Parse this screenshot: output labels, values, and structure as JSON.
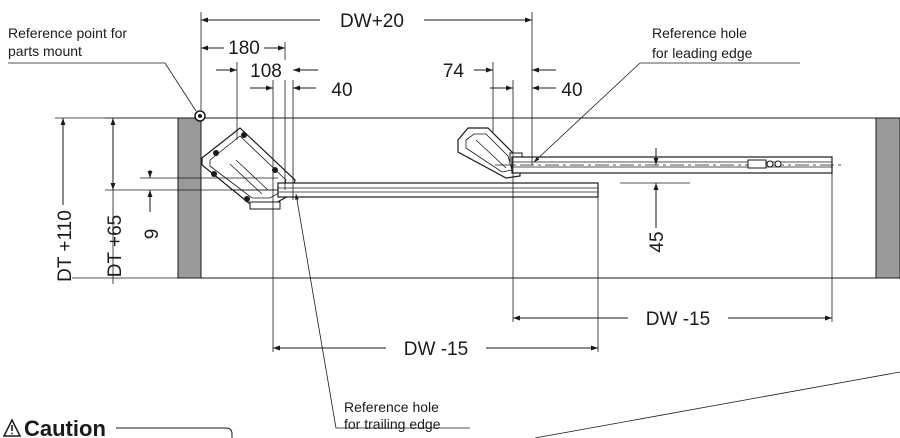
{
  "dimensions": {
    "top_width": "DW+20",
    "d180": "180",
    "d108": "108",
    "d40_left": "40",
    "d74": "74",
    "d40_right": "40",
    "dt110": "DT +110",
    "dt65": "DT +65",
    "d9": "9",
    "d45": "45",
    "dw15_right": "DW -15",
    "dw15_left": "DW -15"
  },
  "labels": {
    "ref_point_line1": "Reference point for",
    "ref_point_line2": "parts mount",
    "ref_hole_leading_line1": "Reference  hole",
    "ref_hole_leading_line2": "for leading edge",
    "ref_hole_trailing_line1": "Reference hole",
    "ref_hole_trailing_line2": "for trailing edge",
    "caution": "Caution"
  },
  "icons": {
    "caution": "warning-triangle-icon"
  }
}
